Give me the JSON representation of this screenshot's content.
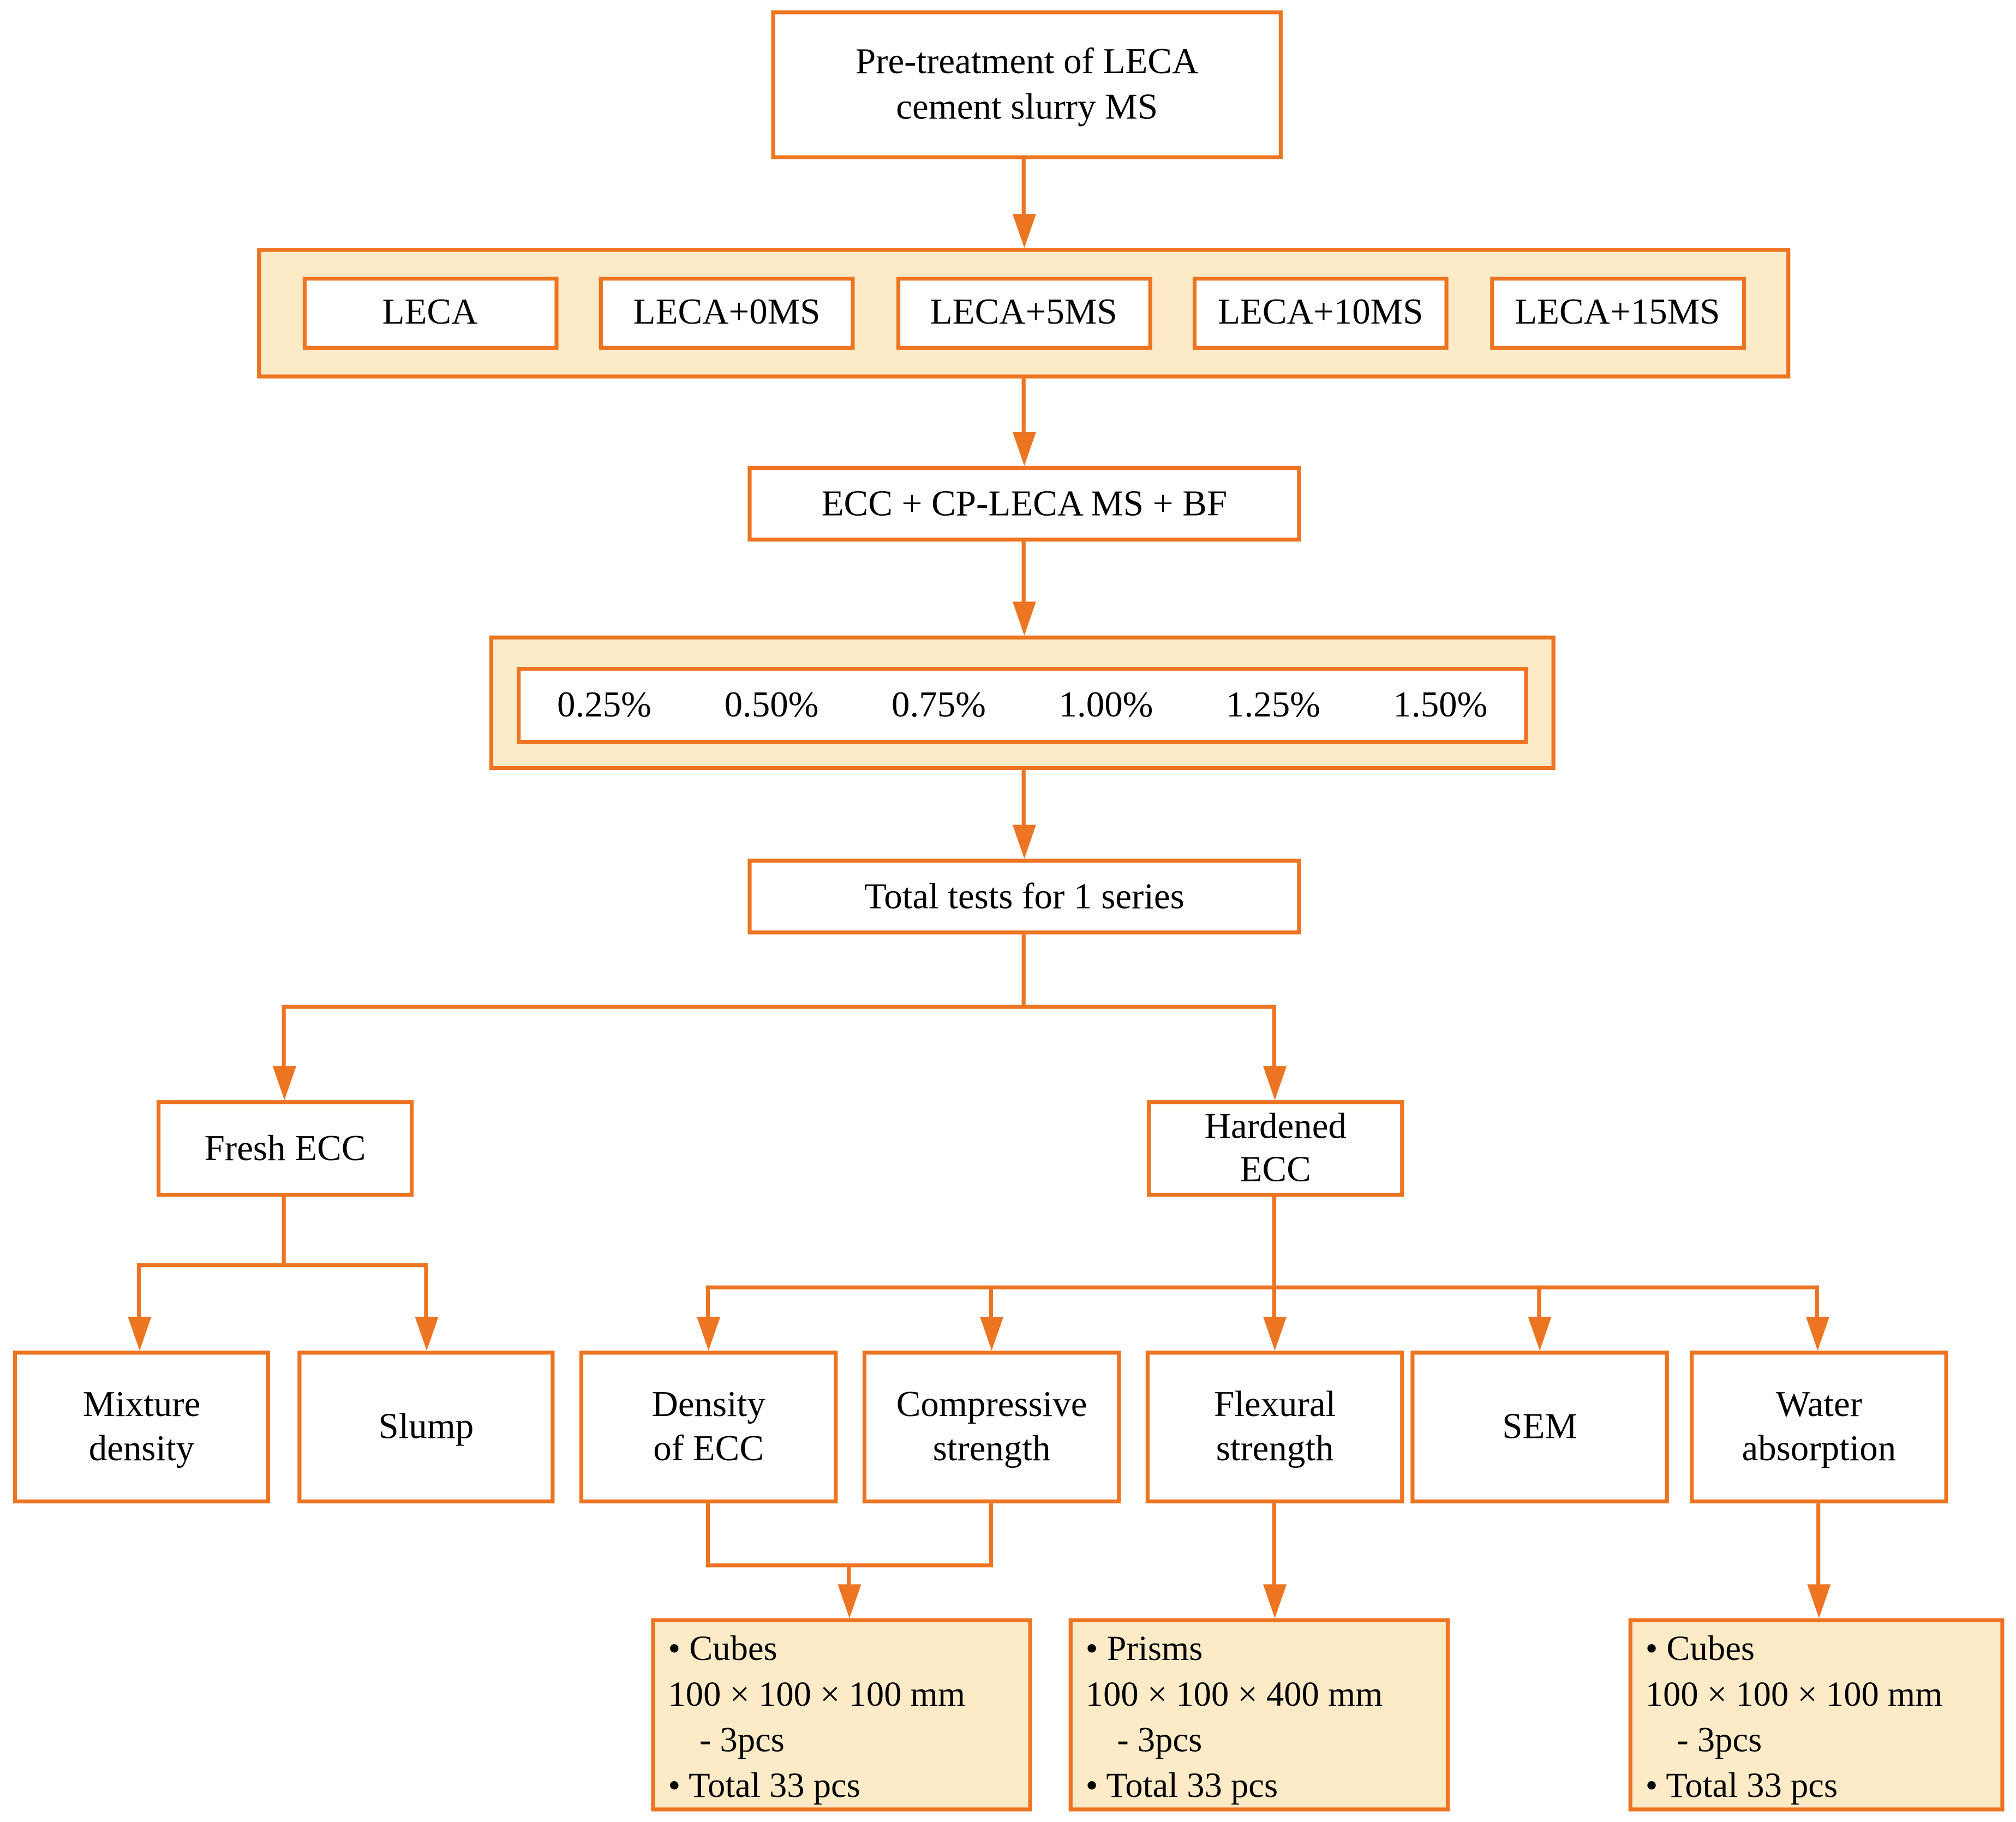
{
  "colors": {
    "accent": "#ED7421",
    "band_fill": "#FCEBC6",
    "text": "#000000",
    "background": "#FFFFFF"
  },
  "nodes": {
    "pretreatment": {
      "lines": [
        "Pre-treatment of LECA",
        "cement slurry MS"
      ]
    },
    "leca_variants": {
      "items": [
        "LECA",
        "LECA+0MS",
        "LECA+5MS",
        "LECA+10MS",
        "LECA+15MS"
      ]
    },
    "ecc_mix": {
      "label": "ECC + CP-LECA MS + BF"
    },
    "fiber_dosages": {
      "items": [
        "0.25%",
        "0.50%",
        "0.75%",
        "1.00%",
        "1.25%",
        "1.50%"
      ]
    },
    "total_tests": {
      "label": "Total tests for 1 series"
    },
    "fresh_ecc": {
      "label": "Fresh ECC"
    },
    "hardened_ecc": {
      "lines": [
        "Hardened",
        "ECC"
      ]
    },
    "mixture_density": {
      "lines": [
        "Mixture",
        "density"
      ]
    },
    "slump": {
      "label": "Slump"
    },
    "density_of_ecc": {
      "lines": [
        "Density",
        "of ECC"
      ]
    },
    "compressive_strength": {
      "lines": [
        "Compressive",
        "strength"
      ]
    },
    "flexural_strength": {
      "lines": [
        "Flexural",
        "strength"
      ]
    },
    "sem": {
      "label": "SEM"
    },
    "water_absorption": {
      "lines": [
        "Water",
        "absorption"
      ]
    },
    "spec_cubes_density": {
      "lines": [
        "• Cubes",
        "100 × 100 × 100 mm",
        "- 3pcs",
        "• Total 33 pcs"
      ]
    },
    "spec_prisms_flexural": {
      "lines": [
        "• Prisms",
        "100 × 100 × 400 mm",
        "- 3pcs",
        "• Total 33 pcs"
      ]
    },
    "spec_cubes_water": {
      "lines": [
        "• Cubes",
        "100 × 100 × 100 mm",
        "- 3pcs",
        "• Total 33 pcs"
      ]
    }
  }
}
